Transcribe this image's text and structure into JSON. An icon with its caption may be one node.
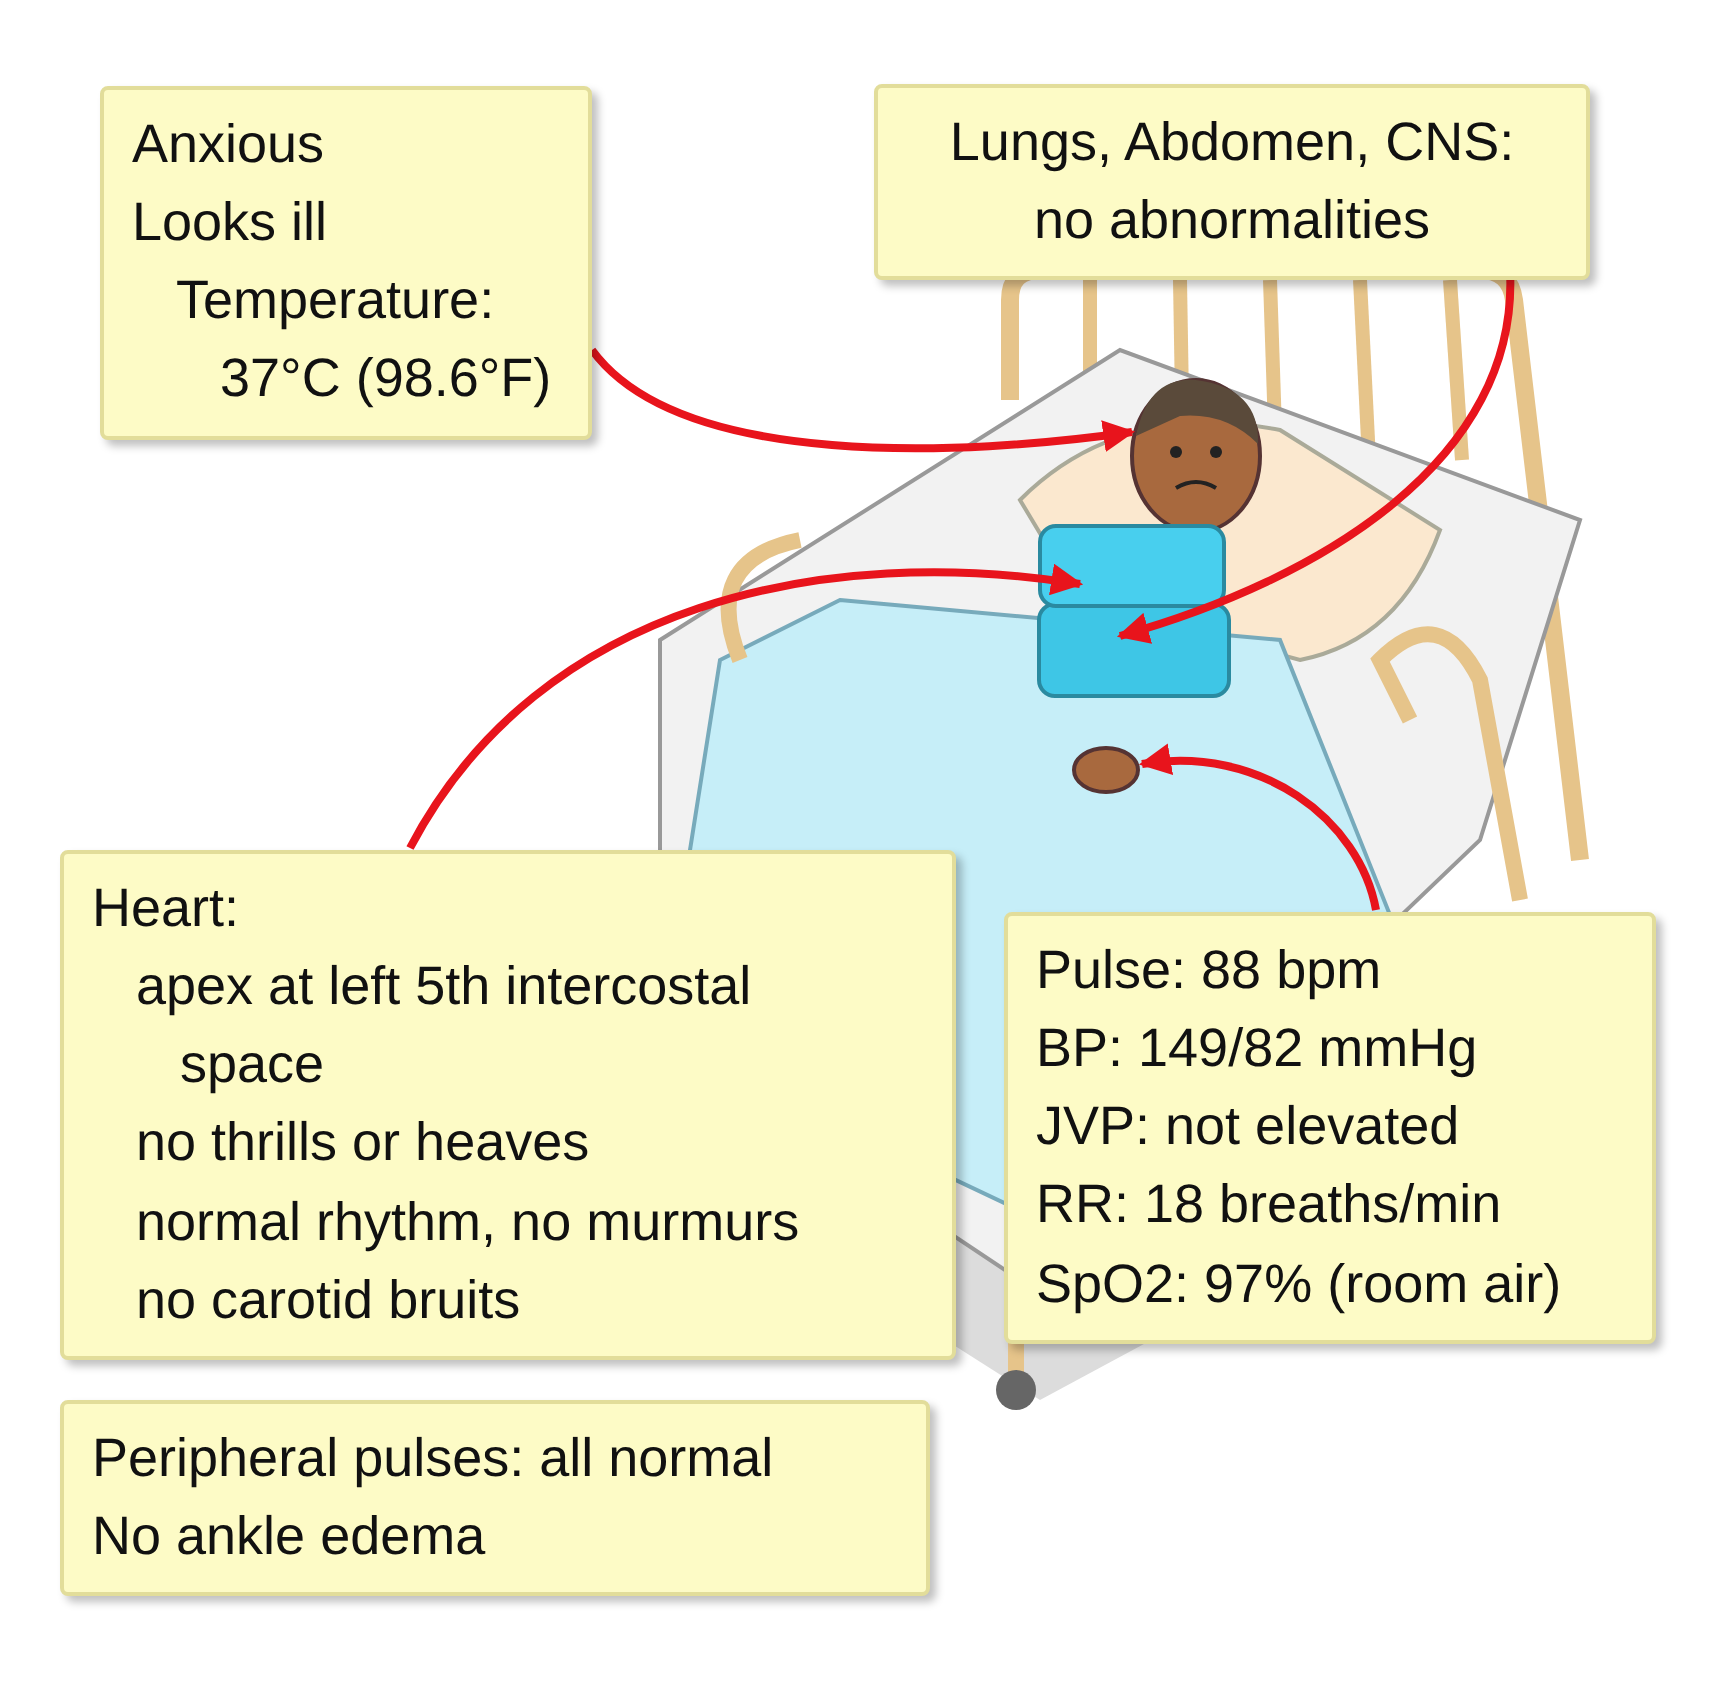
{
  "diagram": {
    "nodes": [
      {
        "text": [
          "Anxious",
          "Looks ill",
          "Temperature: 37°C (98.6°F)"
        ]
      },
      {
        "text": [
          "Lungs, Abdomen, CNS: no abnormalities"
        ]
      },
      {
        "text": [
          "Heart:",
          "apex at left 5th intercostal space",
          "no thrills or heaves",
          "normal rhythm, no murmurs",
          "no carotid bruits"
        ]
      },
      {
        "text": [
          "Pulse: 88 bpm",
          "BP: 149/82 mmHg",
          "JVP: not elevated",
          "RR: 18 breaths/min",
          "SpO2: 97% (room air)"
        ]
      },
      {
        "text": [
          "Peripheral pulses: all normal",
          "No ankle edema"
        ]
      },
      {
        "text": [],
        "shape": "picture"
      },
      {
        "text": [],
        "shape": "box"
      },
      {
        "text": [],
        "shape": "box"
      },
      {
        "text": [],
        "shape": "circle"
      }
    ],
    "edges": [
      {
        "from": 0,
        "to": 5,
        "arrow": "to"
      },
      {
        "from": 1,
        "to": 6,
        "arrow": "to"
      },
      {
        "from": 2,
        "to": 7,
        "arrow": "to"
      },
      {
        "from": 3,
        "to": 8,
        "arrow": "to"
      }
    ]
  }
}
